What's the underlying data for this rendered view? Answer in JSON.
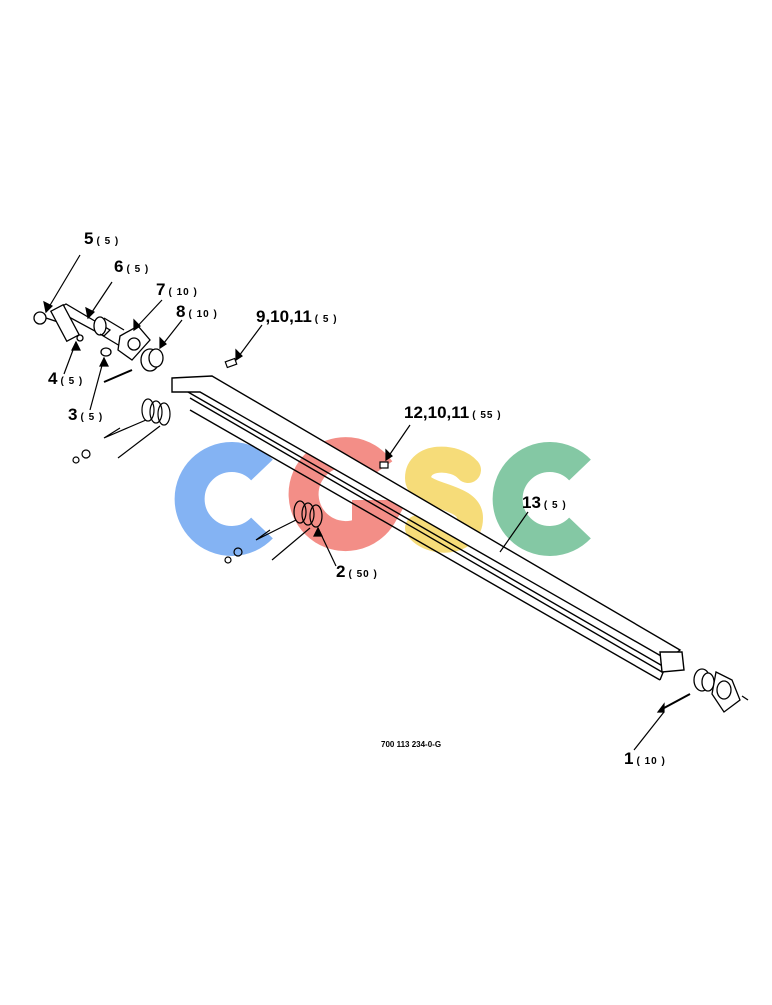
{
  "watermark": {
    "letters": [
      "C",
      "G",
      "S",
      "C"
    ],
    "colors": [
      "#6fa6f2",
      "#f27b73",
      "#f5d762",
      "#6fbf95"
    ]
  },
  "drawing_number": "700 113 234-0-G",
  "callouts": [
    {
      "id": "5",
      "label": "5",
      "qty": "( 5 )"
    },
    {
      "id": "6",
      "label": "6",
      "qty": "( 5 )"
    },
    {
      "id": "7",
      "label": "7",
      "qty": "( 10 )"
    },
    {
      "id": "8",
      "label": "8",
      "qty": "( 10 )"
    },
    {
      "id": "4",
      "label": "4",
      "qty": "( 5 )"
    },
    {
      "id": "3",
      "label": "3",
      "qty": "( 5 )"
    },
    {
      "id": "9",
      "label": "9,10,11",
      "qty": "( 5 )"
    },
    {
      "id": "12",
      "label": "12,10,11",
      "qty": "( 55 )"
    },
    {
      "id": "13",
      "label": "13",
      "qty": "( 5 )"
    },
    {
      "id": "2",
      "label": "2",
      "qty": "( 50 )"
    },
    {
      "id": "1",
      "label": "1",
      "qty": "( 10 )"
    }
  ]
}
